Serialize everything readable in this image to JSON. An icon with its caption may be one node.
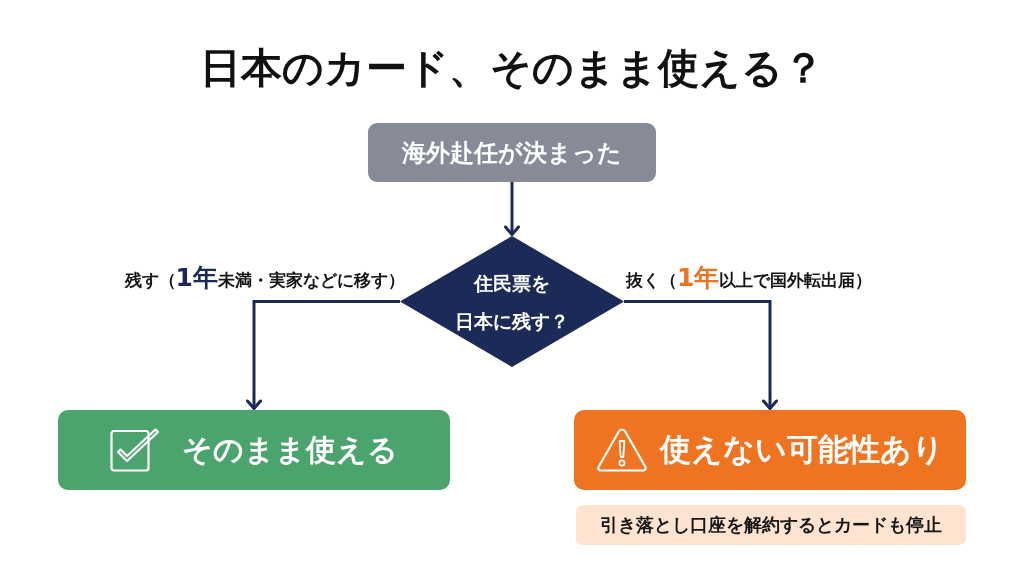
{
  "diagram": {
    "title": "日本のカード、そのまま使える？",
    "nodes": [
      {
        "text": [
          "海外赴任が決まった"
        ]
      },
      {
        "text": [
          "住民票を日本に残す？"
        ]
      },
      {
        "text": [
          "そのまま使える"
        ]
      },
      {
        "text": [
          "使えない可能性あり"
        ]
      },
      {
        "text": [
          "引き落とし口座を解約するとカードも停止"
        ]
      }
    ],
    "edges": [
      {
        "from": 0,
        "to": 1,
        "arrow": "to"
      },
      {
        "from": 1,
        "to": 2,
        "arrow": "to",
        "label": "残す（**1年**未満・実家などに移す）"
      },
      {
        "from": 1,
        "to": 3,
        "arrow": "to",
        "label": "抜く（**1年**以上で国外転出届）"
      }
    ]
  }
}
